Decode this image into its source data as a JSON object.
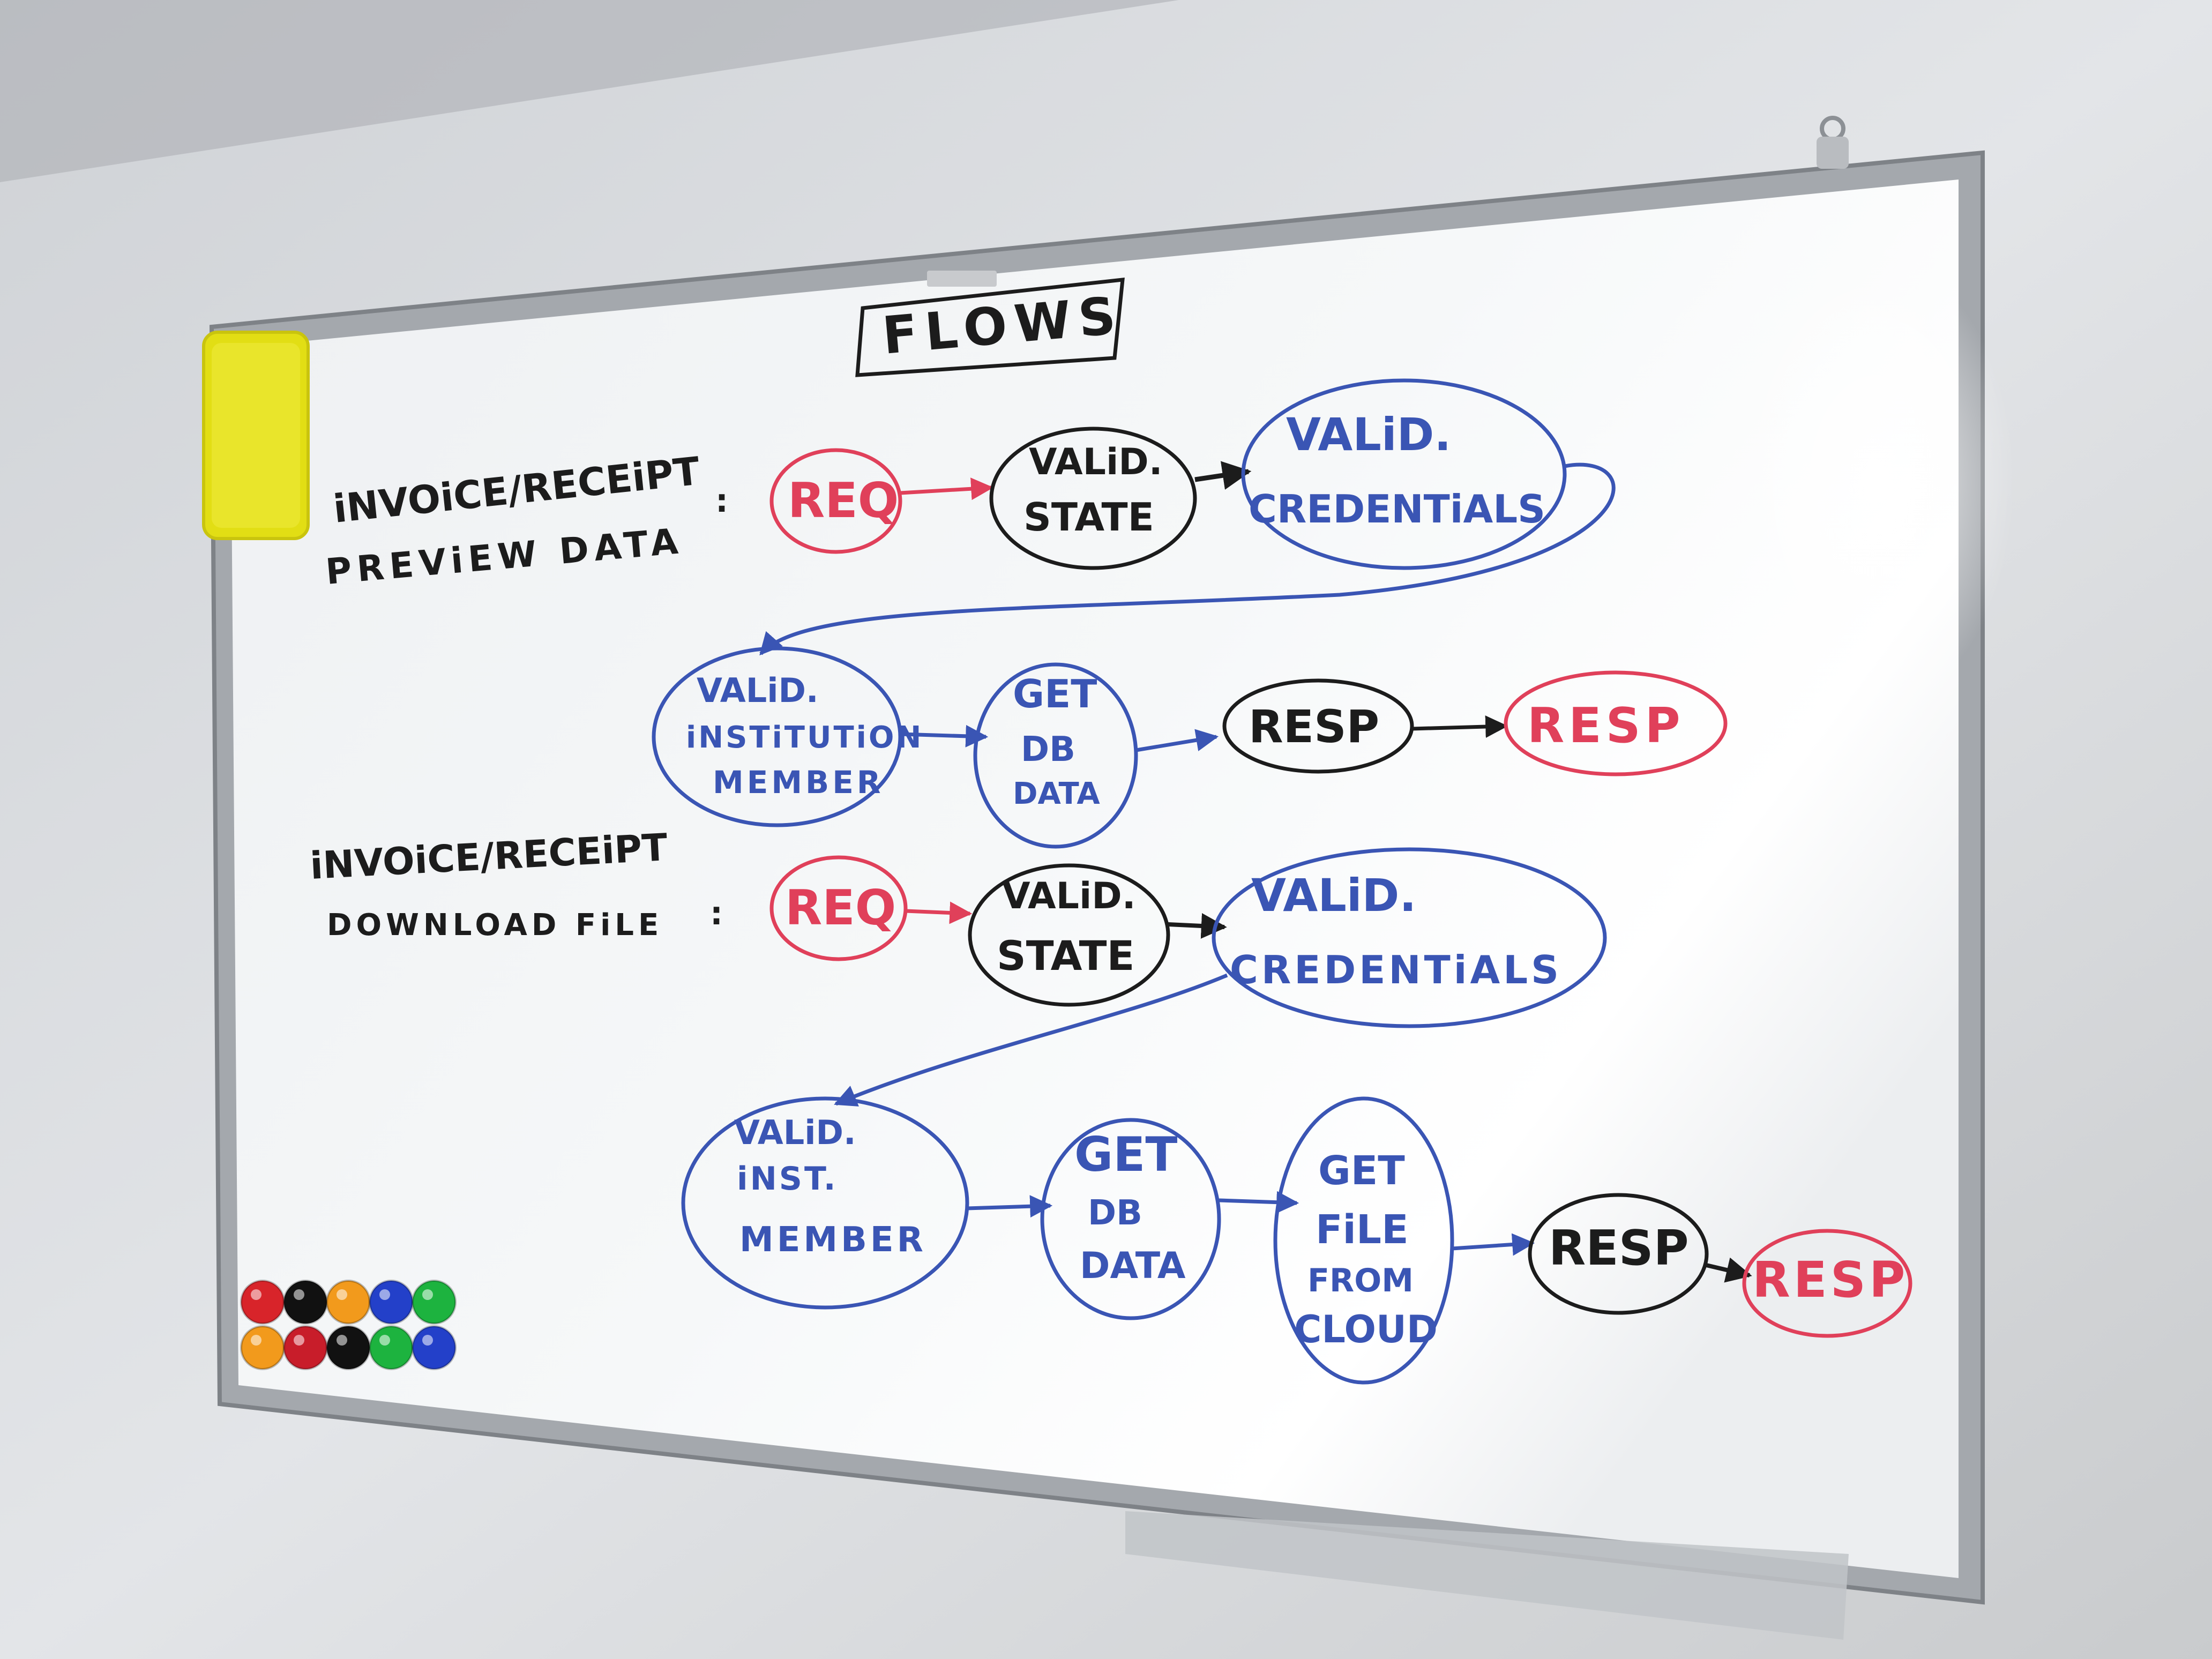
{
  "board": {
    "title": "FLOWS",
    "brand_tag": "",
    "colors": {
      "wall": "#dcdee1",
      "frame": "#9ea2a7",
      "board_surface": "#f3f5f7",
      "eraser": "#e4e01a",
      "black_ink": "#1c1c1c",
      "blue_ink": "#3a55b4",
      "red_ink": "#e0405a"
    }
  },
  "flow1": {
    "label_line1": "iNVOiCE/RECEiPT",
    "label_line2": "PREViEW DATA",
    "colon": ":",
    "nodes": {
      "req": "REQ",
      "valid_state_1": "VALiD.",
      "valid_state_2": "STATE",
      "valid_cred_1": "VALiD.",
      "valid_cred_2": "CREDENTiALS",
      "valid_inst_1": "VALiD.",
      "valid_inst_2": "iNSTiTUTiON",
      "valid_inst_3": "MEMBER",
      "get_db_1": "GET",
      "get_db_2": "DB",
      "get_db_3": "DATA",
      "resp_black": "RESP",
      "resp_red": "RESP"
    }
  },
  "flow2": {
    "label_line1": "iNVOiCE/RECEiPT",
    "label_line2": "DOWNLOAD FiLE",
    "colon": ":",
    "nodes": {
      "req": "REQ",
      "valid_state_1": "VALiD.",
      "valid_state_2": "STATE",
      "valid_cred_1": "VALiD.",
      "valid_cred_2": "CREDENTiALS",
      "valid_inst_1": "VALiD.",
      "valid_inst_2": "iNST.",
      "valid_inst_3": "MEMBER",
      "get_db_1": "GET",
      "get_db_2": "DB",
      "get_db_3": "DATA",
      "get_file_1": "GET",
      "get_file_2": "FiLE",
      "get_file_3": "FROM",
      "get_file_4": "CLOUD",
      "resp_black": "RESP",
      "resp_red": "RESP"
    }
  },
  "magnets": {
    "colors": [
      "#d8242a",
      "#111111",
      "#f29a1c",
      "#2340c9",
      "#1db33f",
      "#f29a1c",
      "#c81d2a",
      "#111111",
      "#1db33f",
      "#2340c9"
    ]
  }
}
